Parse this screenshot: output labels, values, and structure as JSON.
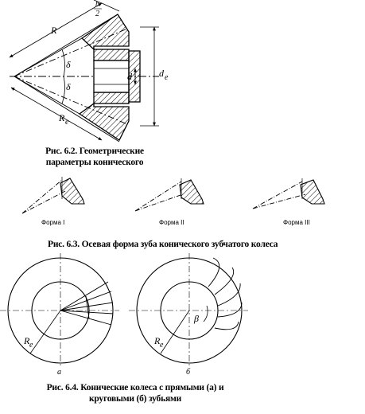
{
  "fig62": {
    "labels": {
      "R": "R",
      "b": "b",
      "two": "2",
      "delta_top": "δ",
      "delta_bottom": "δ",
      "Re": "R",
      "Re_sub": "e",
      "d": "d",
      "de": "d",
      "de_sub": "e"
    },
    "caption_line1": "Рис. 6.2. Геометрические",
    "caption_line2": "параметры конического"
  },
  "fig63": {
    "forms": [
      "Форма I",
      "Форма II",
      "Форма III"
    ],
    "caption": "Рис. 6.3. Осевая форма зуба конического зубчатого колеса"
  },
  "fig64": {
    "labels": {
      "Re_a": "R",
      "Re_a_sub": "e",
      "Re_b": "R",
      "Re_b_sub": "e",
      "beta": "β"
    },
    "sub_a": "а",
    "sub_b": "б",
    "caption_line1": "Рис. 6.4. Конические колеса с прямыми (а) и",
    "caption_line2": "круговыми (б) зубьями"
  }
}
